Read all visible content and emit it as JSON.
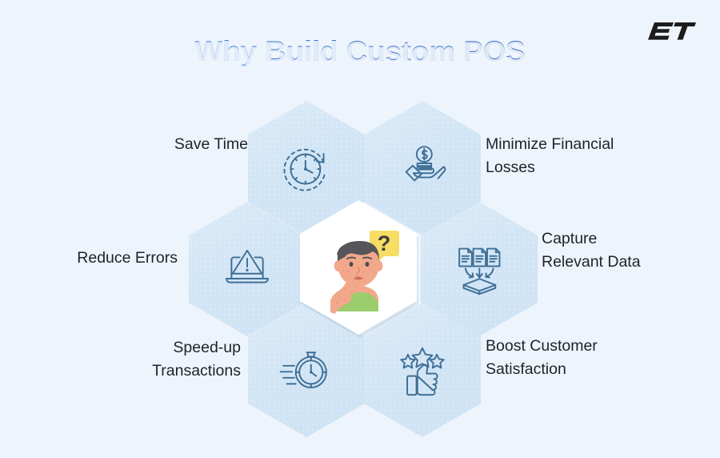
{
  "brand": {
    "logo_text": "ET",
    "logo_name": "et-logo"
  },
  "header": {
    "title": "Why Build Custom POS",
    "title_gradient_from": "#3f7fe0",
    "title_gradient_to": "#2a5bb4"
  },
  "theme": {
    "background": "#edf4fc",
    "hex_fill": "#d2e5f5",
    "hex_fill_light": "#dcebf8",
    "icon_stroke": "#3f6f96",
    "center_hex_fill": "#ffffff",
    "text_color": "#1f2328",
    "bubble_yellow": "#f5d95a",
    "shirt_green": "#9bcc6b",
    "skin": "#f2a98c",
    "hair": "#4f4f4f"
  },
  "center": {
    "illustration_name": "confused-person-illustration",
    "bubble_symbol": "?",
    "alt": "Confused person with question mark speech bubble"
  },
  "benefits": [
    {
      "id": "save-time",
      "label": "Save Time",
      "icon": "clock-refresh-icon",
      "label_side": "left",
      "align": "right"
    },
    {
      "id": "minimize-financial-losses",
      "label": "Minimize Financial\nLosses",
      "icon": "hand-holding-money-icon",
      "label_side": "right",
      "align": "left"
    },
    {
      "id": "reduce-errors",
      "label": "Reduce Errors",
      "icon": "laptop-warning-icon",
      "label_side": "left",
      "align": "right"
    },
    {
      "id": "capture-relevant-data",
      "label": "Capture\nRelevant Data",
      "icon": "documents-to-tray-icon",
      "label_side": "right",
      "align": "left"
    },
    {
      "id": "speed-up-transactions",
      "label": "Speed-up\nTransactions",
      "icon": "fast-stopwatch-icon",
      "label_side": "left",
      "align": "right"
    },
    {
      "id": "boost-customer-satisfaction",
      "label": "Boost Customer\nSatisfaction",
      "icon": "thumbs-up-stars-icon",
      "label_side": "right",
      "align": "left"
    }
  ]
}
